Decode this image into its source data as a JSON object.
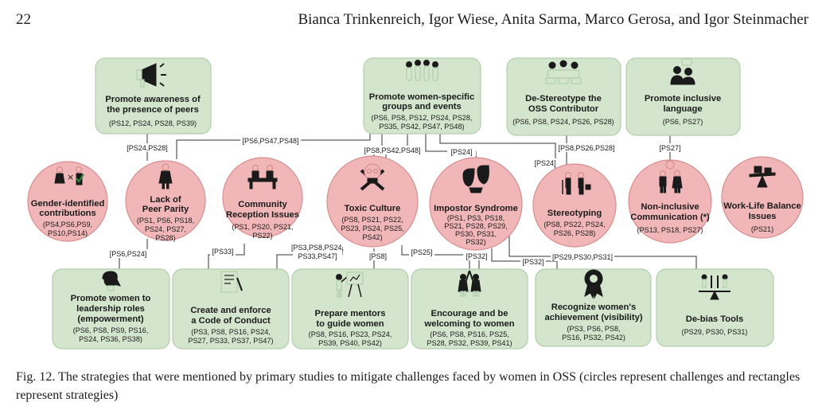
{
  "header": {
    "page_number": "22",
    "authors": "Bianca Trinkenreich, Igor Wiese, Anita Sarma, Marco Gerosa, and Igor Steinmacher"
  },
  "caption": "Fig. 12.  The strategies that were mentioned by primary studies to mitigate challenges faced by women in OSS (circles represent challenges and rectangles represent strategies)",
  "figure": {
    "top_strategies": [
      {
        "id": "awareness",
        "title": [
          "Promote awareness of",
          "the presence of peers"
        ],
        "refs": [
          "(PS12, PS24, PS28, PS39)"
        ],
        "icon": "megaphone-icon"
      },
      {
        "id": "women-groups",
        "title": [
          "Promote women-specific",
          "groups and events"
        ],
        "refs": [
          "(PS6, PS8, PS12, PS24, PS28,",
          "PS35, PS42, PS47, PS48)"
        ],
        "icon": "group-people-icon"
      },
      {
        "id": "destereotype",
        "title": [
          "De-Stereotype the",
          "OSS Contributor"
        ],
        "refs": [
          "(PS6, PS8, PS24, PS26, PS28)"
        ],
        "icon": "team-laptops-icon"
      },
      {
        "id": "inclusive-language",
        "title": [
          "Promote inclusive",
          "language"
        ],
        "refs": [
          "(PS6, PS27)"
        ],
        "icon": "speech-people-icon"
      }
    ],
    "challenges": [
      {
        "id": "gender-contrib",
        "title": [
          "Gender-identified",
          "contributions"
        ],
        "refs": [
          "(PS4,PS6,PS9,",
          "PS10,PS14)"
        ],
        "icon": "gender-check-icon"
      },
      {
        "id": "peer-parity",
        "title": [
          "Lack of",
          "Peer Parity"
        ],
        "refs": [
          "(PS1, PS6, PS18,",
          "PS24, PS27,",
          "PS28)"
        ],
        "icon": "woman-icon"
      },
      {
        "id": "reception",
        "title": [
          "Community",
          "Reception Issues"
        ],
        "refs": [
          "(PS1, PS20, PS21,",
          "PS22)"
        ],
        "icon": "reception-desk-icon"
      },
      {
        "id": "toxic",
        "title": [
          "Toxic Culture"
        ],
        "refs": [
          "(PS8, PS21, PS22,",
          "PS23, PS24, PS25,",
          "PS42)"
        ],
        "icon": "skull-icon"
      },
      {
        "id": "impostor",
        "title": [
          "Impostor Syndrome"
        ],
        "refs": [
          "(PS1, PS3, PS18,",
          "PS21, PS28, PS29,",
          "PS30, PS31,",
          "PS32)"
        ],
        "icon": "masks-icon"
      },
      {
        "id": "stereotyping",
        "title": [
          "Stereotyping"
        ],
        "refs": [
          "(PS8, PS22, PS24,",
          "PS26, PS28)"
        ],
        "icon": "stereotype-people-icon"
      },
      {
        "id": "noninclusive",
        "title": [
          "Non-inclusive",
          "Communication (*)"
        ],
        "refs": [
          "(PS13, PS18, PS27)"
        ],
        "icon": "talking-people-icon"
      },
      {
        "id": "worklife",
        "title": [
          "Work-Life Balance",
          "Issues"
        ],
        "refs": [
          "(PS21)"
        ],
        "icon": "balance-scale-icon"
      }
    ],
    "bottom_strategies": [
      {
        "id": "leadership",
        "title": [
          "Promote women to",
          "leadership roles",
          "(empowerment)"
        ],
        "refs": [
          "(PS6, PS8, PS9, PS16,",
          "PS24, PS36, PS38)"
        ],
        "icon": "woman-head-icon"
      },
      {
        "id": "coc",
        "title": [
          "Create and enforce",
          "a Code of Conduct"
        ],
        "refs": [
          "(PS3, PS8, PS16, PS24,",
          "PS27, PS33, PS37, PS47)"
        ],
        "icon": "document-scale-icon"
      },
      {
        "id": "mentors",
        "title": [
          "Prepare mentors",
          "to guide women"
        ],
        "refs": [
          "(PS8, PS16, PS23, PS24,",
          "PS39, PS40, PS42)"
        ],
        "icon": "teacher-board-icon"
      },
      {
        "id": "welcome",
        "title": [
          "Encourage and be",
          "welcoming to women"
        ],
        "refs": [
          "(PS6, PS8, PS16, PS25,",
          "PS28, PS32, PS39, PS41)"
        ],
        "icon": "high-five-icon"
      },
      {
        "id": "recognize",
        "title": [
          "Recognize women's",
          "achievement (visibility)"
        ],
        "refs": [
          "(PS3, PS6, PS8,",
          "PS16, PS32, PS42)"
        ],
        "icon": "award-ribbon-icon"
      },
      {
        "id": "debias",
        "title": [
          "De-bias Tools"
        ],
        "refs": [
          "(PS29, PS30, PS31)"
        ],
        "icon": "tools-balance-icon"
      }
    ],
    "edge_labels": [
      "[PS24,PS28]",
      "[PS6,PS47,PS48]",
      "[PS8,PS42,PS48]",
      "[PS24]",
      "[PS24]",
      "[PS8,PS26,PS28]",
      "[PS27]",
      "[PS6,PS24]",
      "[PS33]",
      "[PS3,PS8,PS24,",
      "PS33,PS47]",
      "[PS8]",
      "[PS25]",
      "[PS32]",
      "[PS32]",
      "[PS29,PS30,PS31]"
    ]
  }
}
